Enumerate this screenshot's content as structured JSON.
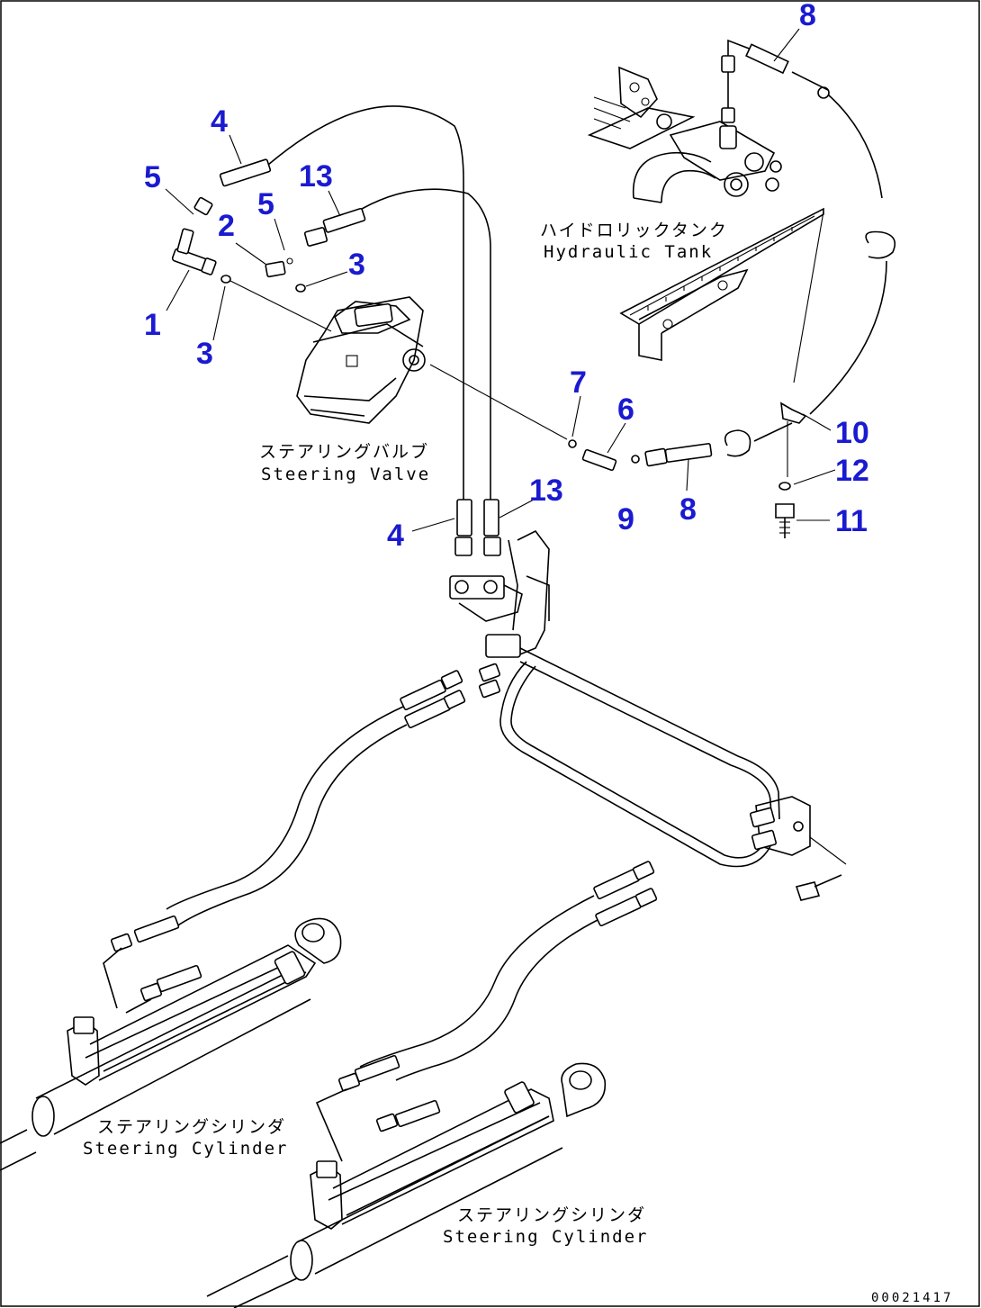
{
  "labels": {
    "steering_valve_jp": "ステアリングバルブ",
    "steering_valve_en": "Steering Valve",
    "hydraulic_tank_jp": "ハイドロリックタンク",
    "hydraulic_tank_en": "Hydraulic Tank",
    "steering_cylinder_left_jp": "ステアリングシリンダ",
    "steering_cylinder_left_en": "Steering Cylinder",
    "steering_cylinder_right_jp": "ステアリングシリンダ",
    "steering_cylinder_right_en": "Steering Cylinder",
    "drawing_id": "00021417"
  },
  "part_numbers": {
    "p8_top": "8",
    "p4_top": "4",
    "p5_left": "5",
    "p13_top": "13",
    "p2": "2",
    "p5_mid": "5",
    "p3_right": "3",
    "p1": "1",
    "p3_left": "3",
    "p7": "7",
    "p6": "6",
    "p10": "10",
    "p12": "12",
    "p13_mid": "13",
    "p4_mid": "4",
    "p9": "9",
    "p8_mid": "8",
    "p11": "11"
  },
  "colors": {
    "part_number": "#1a1ad0",
    "line": "#000000",
    "background": "#ffffff"
  }
}
